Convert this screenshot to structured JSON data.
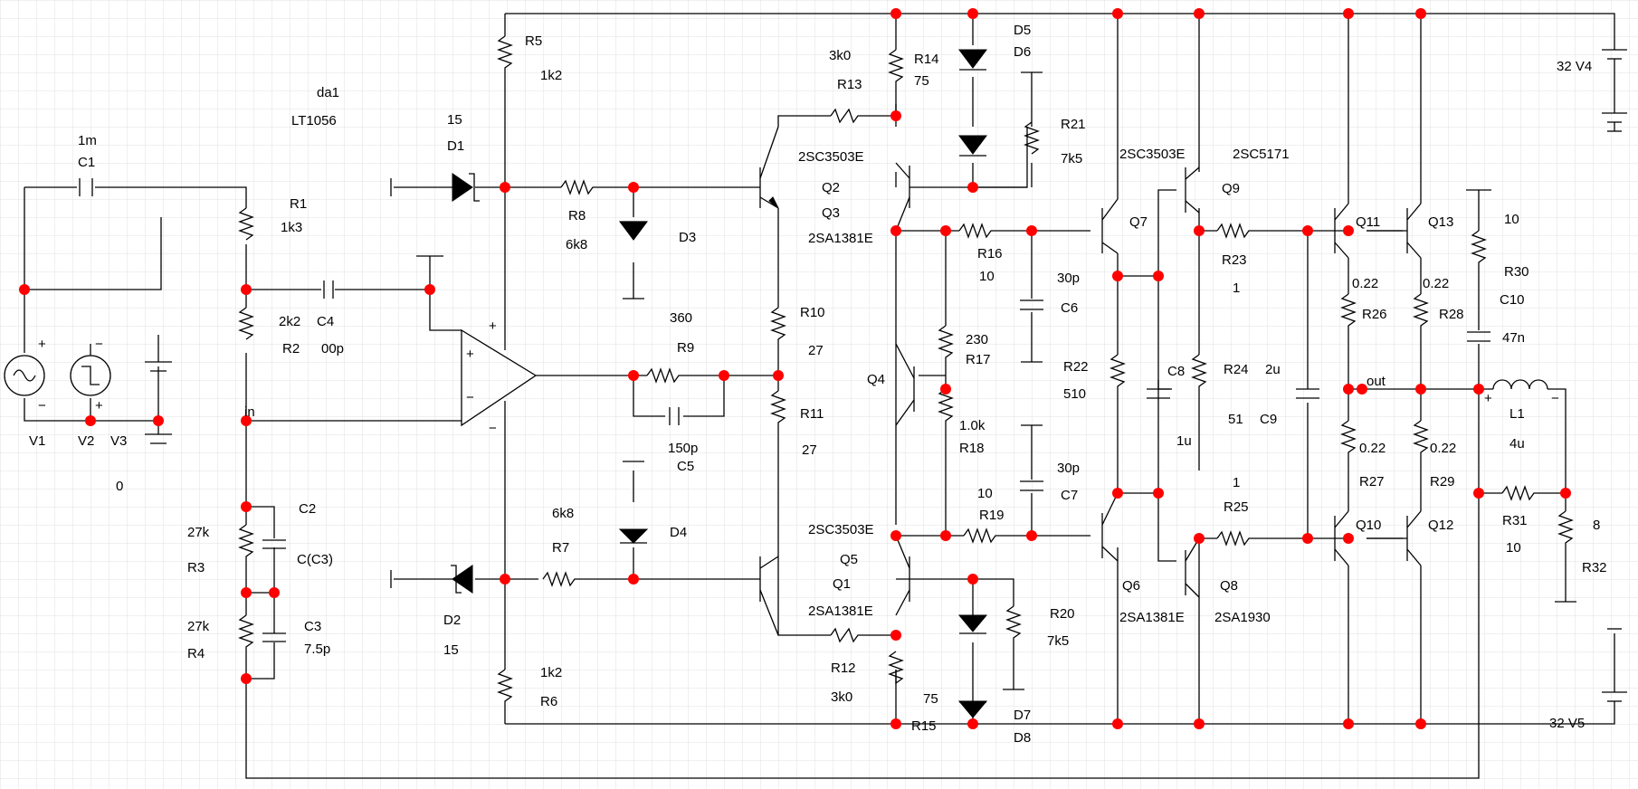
{
  "supplies": {
    "top": "32 V4",
    "bottom": "32 V5"
  },
  "sources": {
    "v1": "V1",
    "v2": "V2",
    "v3": "V3",
    "v3_value": "0"
  },
  "opamp": {
    "name": "da1",
    "part": "LT1056",
    "plus": "+",
    "minus": "−"
  },
  "nets": {
    "in": "in",
    "out": "out"
  },
  "resistors": {
    "R1": {
      "name": "R1",
      "value": "1k3"
    },
    "R2": {
      "name": "R2",
      "value": "2k2"
    },
    "R3": {
      "name": "R3",
      "value": "27k"
    },
    "R4": {
      "name": "R4",
      "value": "27k"
    },
    "R5": {
      "name": "R5",
      "value": "1k2"
    },
    "R6": {
      "name": "R6",
      "value": "1k2"
    },
    "R7": {
      "name": "R7",
      "value": "6k8"
    },
    "R8": {
      "name": "R8",
      "value": "6k8"
    },
    "R9": {
      "name": "R9",
      "value": "360"
    },
    "R10": {
      "name": "R10",
      "value": "27"
    },
    "R11": {
      "name": "R11",
      "value": "27"
    },
    "R12": {
      "name": "R12",
      "value": "3k0"
    },
    "R13": {
      "name": "R13",
      "value": "3k0"
    },
    "R14": {
      "name": "R14",
      "value": "75"
    },
    "R15": {
      "name": "R15",
      "value": "75"
    },
    "R16": {
      "name": "R16",
      "value": "10"
    },
    "R17": {
      "name": "R17",
      "value": "230"
    },
    "R18": {
      "name": "R18",
      "value": "1.0k"
    },
    "R19": {
      "name": "R19",
      "value": "10"
    },
    "R20": {
      "name": "R20",
      "value": "7k5"
    },
    "R21": {
      "name": "R21",
      "value": "7k5"
    },
    "R22": {
      "name": "R22",
      "value": "510"
    },
    "R23": {
      "name": "R23",
      "value": "1"
    },
    "R24": {
      "name": "R24",
      "value": "51"
    },
    "R25": {
      "name": "R25",
      "value": "1"
    },
    "R26": {
      "name": "R26",
      "value": "0.22"
    },
    "R27": {
      "name": "R27",
      "value": "0.22"
    },
    "R28": {
      "name": "R28",
      "value": "0.22"
    },
    "R29": {
      "name": "R29",
      "value": "0.22"
    },
    "R30": {
      "name": "R30",
      "value": "10"
    },
    "R31": {
      "name": "R31",
      "value": "10"
    },
    "R32": {
      "name": "R32",
      "value": "8"
    }
  },
  "capacitors": {
    "C1": {
      "name": "C1",
      "value": "1m"
    },
    "C2": {
      "name": "C2",
      "value": "C(C3)"
    },
    "C3": {
      "name": "C3",
      "value": "7.5p"
    },
    "C4": {
      "name": "C4",
      "value": "00p"
    },
    "C5": {
      "name": "C5",
      "value": "150p"
    },
    "C6": {
      "name": "C6",
      "value": "30p"
    },
    "C7": {
      "name": "C7",
      "value": "30p"
    },
    "C8": {
      "name": "C8",
      "value": "1u"
    },
    "C9": {
      "name": "C9",
      "value": "2u"
    },
    "C10": {
      "name": "C10",
      "value": "47n"
    }
  },
  "inductors": {
    "L1": {
      "name": "L1",
      "value": "4u"
    }
  },
  "diodes": {
    "D1": {
      "name": "D1",
      "value": "15"
    },
    "D2": {
      "name": "D2",
      "value": "15"
    },
    "D3": {
      "name": "D3"
    },
    "D4": {
      "name": "D4"
    },
    "D5": {
      "name": "D5"
    },
    "D6": {
      "name": "D6"
    },
    "D7": {
      "name": "D7"
    },
    "D8": {
      "name": "D8"
    }
  },
  "transistors": {
    "Q1": "Q1",
    "Q2": "Q2",
    "Q3": "Q3",
    "Q4": "Q4",
    "Q5": "Q5",
    "Q6": "Q6",
    "Q7": "Q7",
    "Q8": "Q8",
    "Q9": "Q9",
    "Q10": "Q10",
    "Q11": "Q11",
    "Q12": "Q12",
    "Q13": "Q13",
    "p_2SC3503E": "2SC3503E",
    "p_2SA1381E": "2SA1381E",
    "p_2SC5171": "2SC5171",
    "p_2SA1930": "2SA1930"
  },
  "signs": {
    "plus": "+",
    "minus": "−"
  }
}
